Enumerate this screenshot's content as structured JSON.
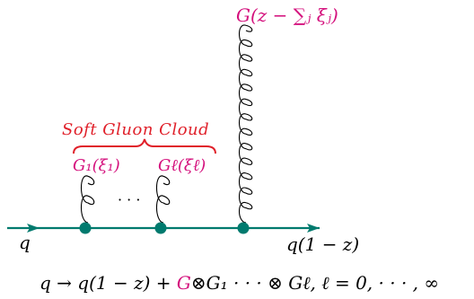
{
  "colors": {
    "line": "#007a6e",
    "gluon_label": "#d4117d",
    "cloud": "#e0202a",
    "text": "#000000"
  },
  "labels": {
    "top_gluon": "G(z − ∑ⱼ ξⱼ)",
    "cloud_title": "Soft Gluon Cloud",
    "g1": "G₁(ξ₁)",
    "gl": "Gℓ(ξℓ)",
    "dots": "· · ·",
    "q_in": "q",
    "q_out": "q(1 − z)"
  },
  "equation": {
    "lhs": "q → q(1 − z) + ",
    "g": "G",
    "rhs": "⊗G₁ · · · ⊗ Gℓ,  ℓ = 0, · · · , ∞"
  },
  "icons": {
    "arrows": "arrow-icon",
    "vertices": "vertex-dot-icon",
    "gluons": "gluon-coil-icon"
  }
}
